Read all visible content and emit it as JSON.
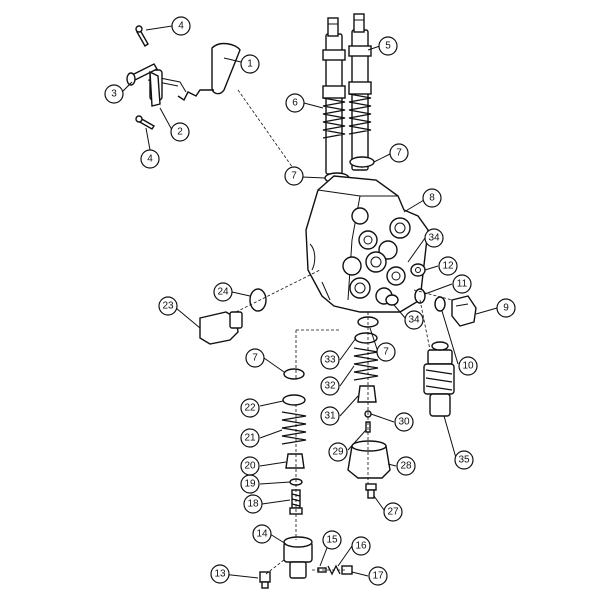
{
  "diagram": {
    "callouts": [
      {
        "id": "c1",
        "label": "1"
      },
      {
        "id": "c2",
        "label": "2"
      },
      {
        "id": "c3",
        "label": "3"
      },
      {
        "id": "c4a",
        "label": "4"
      },
      {
        "id": "c4b",
        "label": "4"
      },
      {
        "id": "c5",
        "label": "5"
      },
      {
        "id": "c6",
        "label": "6"
      },
      {
        "id": "c7a",
        "label": "7"
      },
      {
        "id": "c7b",
        "label": "7"
      },
      {
        "id": "c7c",
        "label": "7"
      },
      {
        "id": "c7d",
        "label": "7"
      },
      {
        "id": "c8",
        "label": "8"
      },
      {
        "id": "c9",
        "label": "9"
      },
      {
        "id": "c10",
        "label": "10"
      },
      {
        "id": "c11",
        "label": "11"
      },
      {
        "id": "c12",
        "label": "12"
      },
      {
        "id": "c13",
        "label": "13"
      },
      {
        "id": "c14",
        "label": "14"
      },
      {
        "id": "c15",
        "label": "15"
      },
      {
        "id": "c16",
        "label": "16"
      },
      {
        "id": "c17",
        "label": "17"
      },
      {
        "id": "c18",
        "label": "18"
      },
      {
        "id": "c19",
        "label": "19"
      },
      {
        "id": "c20",
        "label": "20"
      },
      {
        "id": "c21",
        "label": "21"
      },
      {
        "id": "c22",
        "label": "22"
      },
      {
        "id": "c23",
        "label": "23"
      },
      {
        "id": "c24",
        "label": "24"
      },
      {
        "id": "c27",
        "label": "27"
      },
      {
        "id": "c28",
        "label": "28"
      },
      {
        "id": "c29",
        "label": "29"
      },
      {
        "id": "c30",
        "label": "30"
      },
      {
        "id": "c31",
        "label": "31"
      },
      {
        "id": "c32",
        "label": "32"
      },
      {
        "id": "c33",
        "label": "33"
      },
      {
        "id": "c34a",
        "label": "34"
      },
      {
        "id": "c34b",
        "label": "34"
      },
      {
        "id": "c35",
        "label": "35"
      }
    ]
  }
}
